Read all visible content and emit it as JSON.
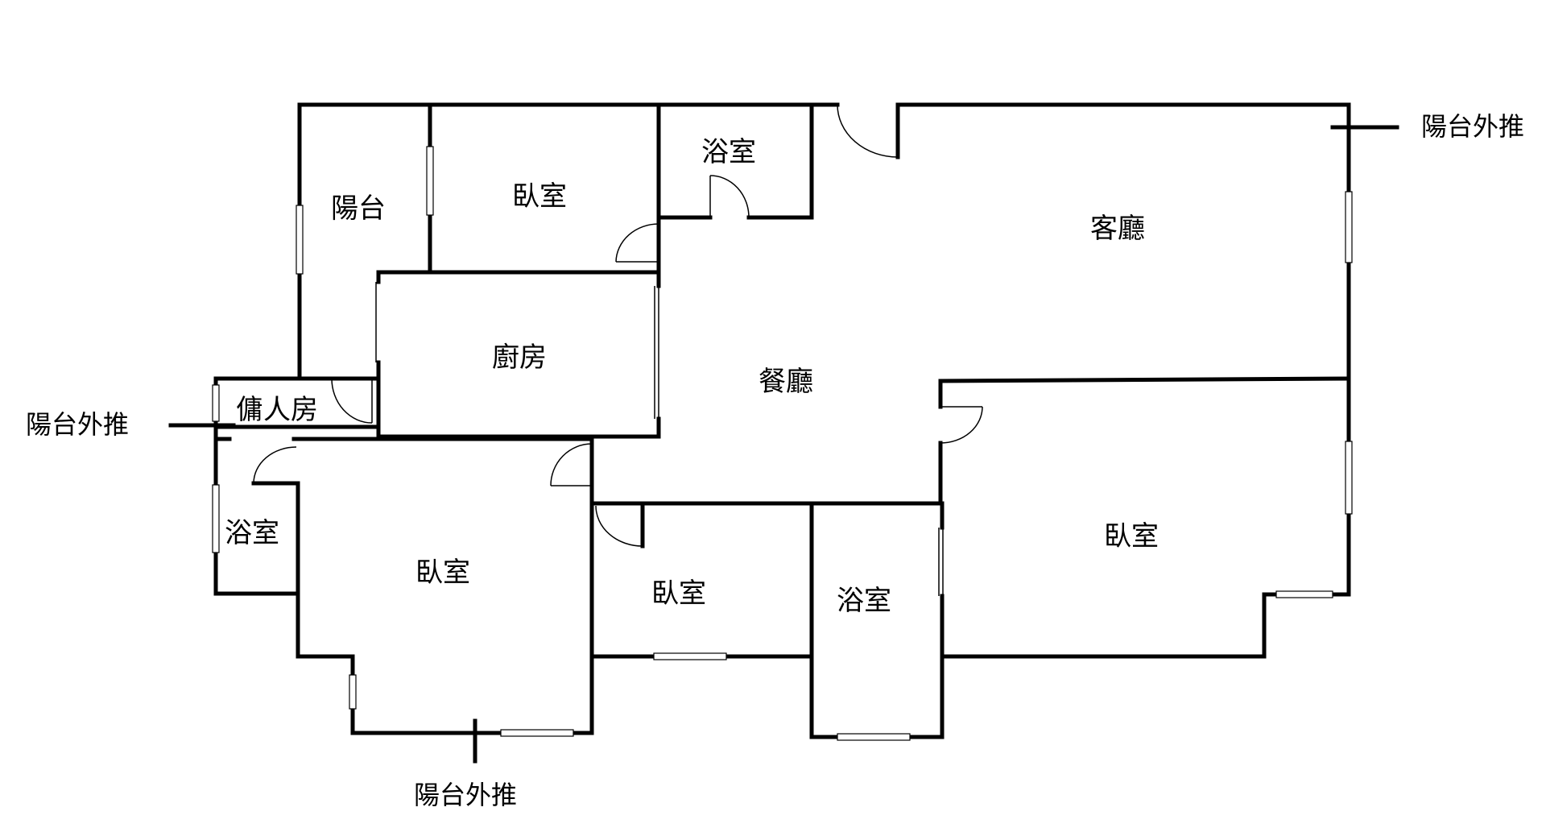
{
  "rooms": {
    "balcony": "陽台",
    "bedroom_top": "臥室",
    "bath_top": "浴室",
    "living": "客廳",
    "kitchen": "廚房",
    "dining": "餐廳",
    "maid_room": "傭人房",
    "bath_left": "浴室",
    "bedroom_bottom_left": "臥室",
    "bedroom_bottom_mid": "臥室",
    "bath_bottom": "浴室",
    "bedroom_right": "臥室"
  },
  "annotations": {
    "balcony_extension_right": "陽台外推",
    "balcony_extension_left": "陽台外推",
    "balcony_extension_bottom": "陽台外推"
  }
}
